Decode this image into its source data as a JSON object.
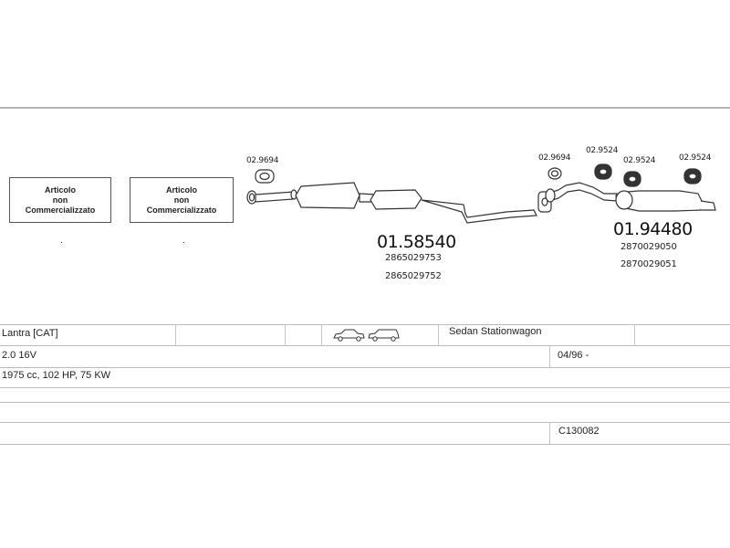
{
  "not_available_boxes": [
    {
      "lines": [
        "Articolo",
        "non",
        "Commercializzato"
      ],
      "marker": "."
    },
    {
      "lines": [
        "Articolo",
        "non",
        "Commercializzato"
      ],
      "marker": "."
    }
  ],
  "part_numbers": {
    "front_clamp": "02.9694",
    "middle_clamp": "02.9694",
    "hanger_a": "02.9524",
    "hanger_b": "02.9524",
    "hanger_c": "02.9524",
    "middle_silencer": {
      "code": "01.58540",
      "refs": [
        "2865029753",
        "2865029752"
      ]
    },
    "rear_silencer": {
      "code": "01.94480",
      "refs": [
        "2870029050",
        "2870029051"
      ]
    }
  },
  "vehicle": {
    "model": "Lantra  [CAT]",
    "body_types": "Sedan  Stationwagon",
    "engine": "2.0 16V",
    "production": "04/96 -",
    "specs": "1975 cc, 102 HP, 75 KW",
    "catalog_code": "C130082"
  },
  "icons": [
    "sedan-car-icon",
    "stationwagon-car-icon"
  ]
}
